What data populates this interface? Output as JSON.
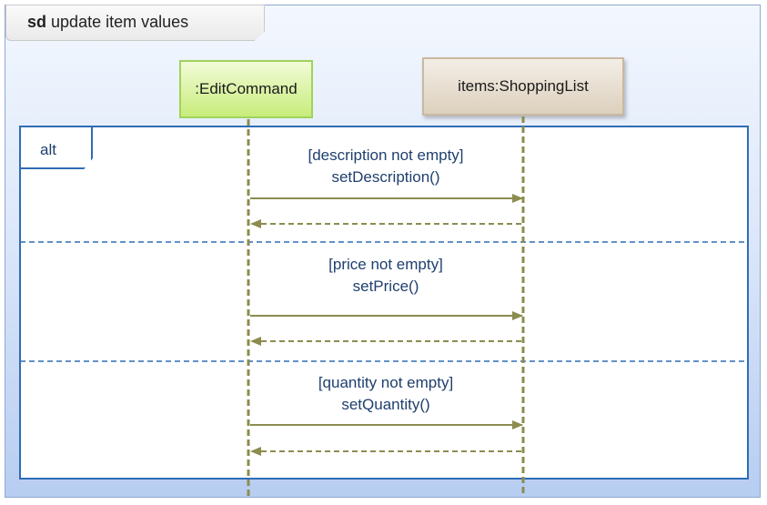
{
  "diagram": {
    "frame_keyword": "sd",
    "frame_name": "update item values",
    "participants": [
      {
        "label": ":EditCommand"
      },
      {
        "label": "items:ShoppingList"
      }
    ],
    "fragment": {
      "operator": "alt",
      "operands": [
        {
          "guard": "[description not empty]",
          "call": "setDescription()"
        },
        {
          "guard": "[price not empty]",
          "call": "setPrice()"
        },
        {
          "guard": "[quantity not empty]",
          "call": "setQuantity()"
        }
      ]
    },
    "colors": {
      "frame_border": "#2f6db5",
      "lifeline": "#8c8c4f",
      "message_arrow": "#8c8c4f",
      "text": "#1f3f6e"
    }
  }
}
